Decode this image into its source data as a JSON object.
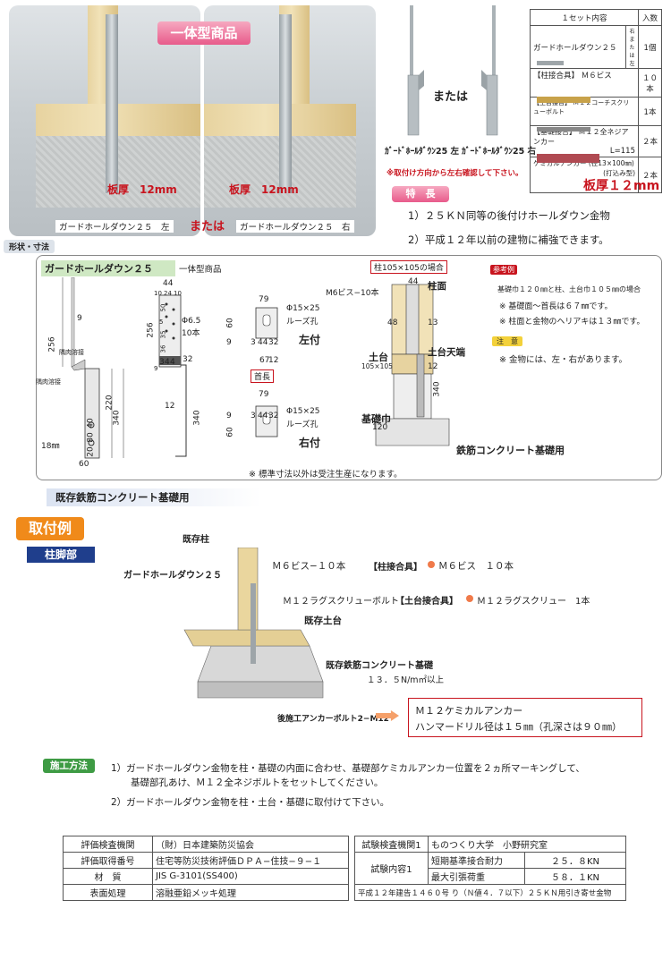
{
  "top": {
    "badge": "一体型商品",
    "thickness_left": "板厚　12mm",
    "thickness_right": "板厚　12mm",
    "caption_left": "ガードホールダウン２５　左",
    "caption_or": "または",
    "caption_right": "ガードホールダウン２５　右",
    "middle_or": "または",
    "name_left": "ｶﾞｰﾄﾞﾎｰﾙﾀﾞｳﾝ25 左",
    "name_right": "ｶﾞｰﾄﾞﾎｰﾙﾀﾞｳﾝ25 右",
    "warning": "※取付け方向から左右確認して下さい。"
  },
  "set_table": {
    "header": "１セット内容",
    "header_qty": "入数",
    "rows": [
      {
        "name": "ガードホールダウン２５",
        "side": "右\nまたは\n左",
        "qty": "1個"
      },
      {
        "name": "【柱接合具】 Ｍ６ビス",
        "qty": "１０本"
      },
      {
        "name": "【土台接合】 Ｍ１２コーチスクリューボルト",
        "qty": "1本"
      },
      {
        "name": "【基礎接合】 Ｍ１２全ネジアンカー",
        "sub": "L=115",
        "qty": "２本"
      },
      {
        "name": "ケミカルアンカー (径13×100㎜)",
        "sub": "(打込み型)",
        "qty": "２本"
      }
    ],
    "thickness": "板厚１２mm"
  },
  "features": {
    "title": "特　長",
    "items": [
      "1）２５ＫＮ同等の後付けホールダウン金物",
      "2）平成１２年以前の建物に補強できます。"
    ]
  },
  "shape": {
    "section": "形状・寸法",
    "product_label": "ガードホールダウン２５",
    "product_type": "一体型商品",
    "dims_left": [
      "9",
      "256",
      "隅肉溶接",
      "隅肉溶接",
      "220",
      "340",
      "40",
      "80",
      "20",
      "18㎜",
      "60"
    ],
    "dims_mid": [
      "44",
      "10",
      "24",
      "10",
      "Φ6.5",
      "10本",
      "256",
      "50",
      "5",
      "35",
      "36",
      "9",
      "3",
      "4",
      "4",
      "32",
      "12",
      "340"
    ],
    "dims_plan": [
      "79",
      "Φ15×25",
      "ルーズ孔",
      "60",
      "9",
      "3",
      "44",
      "32",
      "左付",
      "首長",
      "67",
      "12",
      "79",
      "Φ15×25",
      "ルーズ孔",
      "60",
      "9",
      "3",
      "44",
      "32",
      "右付"
    ],
    "install": {
      "header": "柱105×105の場合",
      "screw": "M6ビス−10本",
      "pillar_face": "柱面",
      "d44": "44",
      "d48": "48",
      "d13": "13",
      "sill": "土台",
      "sill_size": "105×105",
      "sill_top": "土台天端",
      "d12": "12",
      "d340": "340",
      "base_width": "基礎巾",
      "d120": "120",
      "concrete": "鉄筋コンクリート基礎用"
    },
    "reference": {
      "title": "参考例",
      "line1": "基礎巾１２０㎜と柱、土台巾１０５㎜の場合",
      "line2": "※ 基礎面～首長は６７㎜です。",
      "line3": "※ 柱面と金物のヘリアキは１３㎜です。"
    },
    "caution": {
      "title": "注　意",
      "line": "※ 金物には、左・右があります。"
    },
    "note": "※ 標準寸法以外は受注生産になります。"
  },
  "existing": "既存鉄筋コンクリート基礎用",
  "example": {
    "title": "取付例",
    "sub": "柱脚部",
    "labels": {
      "pillar": "既存柱",
      "product": "ガードホールダウン２５",
      "screw": "Ｍ６ビス−１０本",
      "screw_joint": "【柱接合具】",
      "screw_joint_val": "Ｍ６ビス　１０本",
      "lag": "Ｍ１２ラグスクリューボルト",
      "lag_joint": "【土台接合具】",
      "lag_joint_val": "Ｍ１２ラグスクリュー　1本",
      "sill": "既存土台",
      "foundation": "既存鉄筋コンクリート基礎",
      "strength": "１３．５N/m㎡以上",
      "anchor": "後施工アンカーボルト2−M12",
      "chem1": "Ｍ１２ケミカルアンカー",
      "chem2": "ハンマードリル径は１５㎜（孔深さは９０㎜）"
    }
  },
  "method": {
    "title": "施工方法",
    "step1a": "1）ガードホールダウン金物を柱・基礎の内面に合わせ、基礎部ケミカルアンカー位置を２ヵ所マーキングして、",
    "step1b": "基礎部孔あけ、Ｍ１２全ネジボルトをセットしてください。",
    "step2": "2）ガードホールダウン金物を柱・土台・基礎に取付けて下さい。"
  },
  "spec_left": [
    {
      "k": "評価検査機関",
      "v": "（財）日本建築防災協会"
    },
    {
      "k": "評価取得番号",
      "v": "住宅等防災技術評価ＤＰＡ−住技−９−１"
    },
    {
      "k": "材　質",
      "v": "JIS G-3101(SS400)"
    },
    {
      "k": "表面処理",
      "v": "溶融亜鉛メッキ処理"
    }
  ],
  "spec_right": {
    "org_k": "試験検査機関1",
    "org_v": "ものつくり大学　小野研究室",
    "content_k": "試験内容1",
    "rows": [
      {
        "k": "短期基準接合耐力",
        "v": "２５．８KN"
      },
      {
        "k": "最大引張荷重",
        "v": "５８．１KN"
      }
    ],
    "footer": "平成１２年建告１４６０号 り（Ｎ値４．７以下）２５ＫＮ用引き寄せ金物"
  }
}
